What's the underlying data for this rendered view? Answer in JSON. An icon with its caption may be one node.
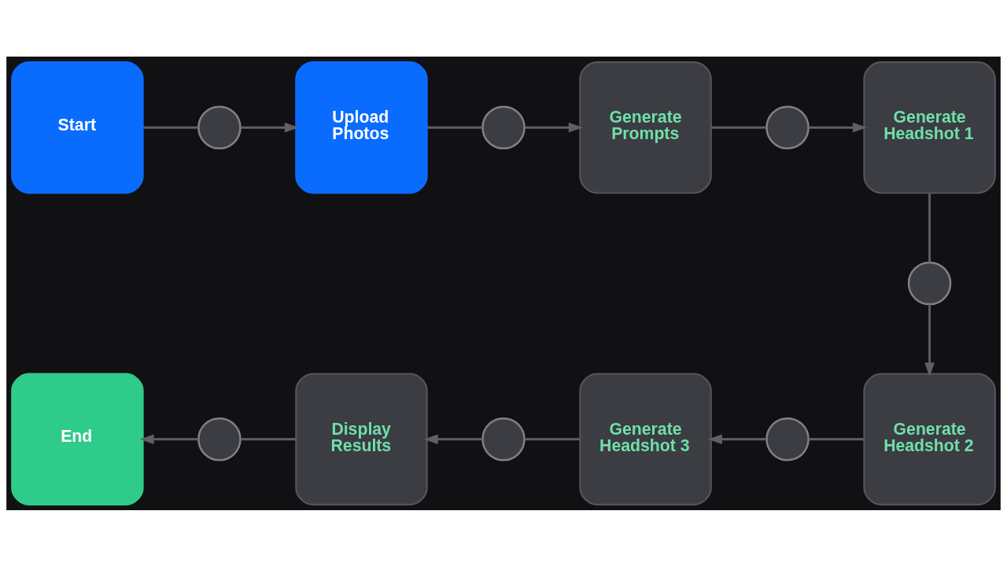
{
  "diagram": {
    "nodes": [
      {
        "text": [
          "Start"
        ]
      },
      {
        "text": [],
        "shape": "circle"
      },
      {
        "text": [
          "Upload Photos"
        ]
      },
      {
        "text": [],
        "shape": "circle"
      },
      {
        "text": [
          "Generate Prompts"
        ]
      },
      {
        "text": [],
        "shape": "circle"
      },
      {
        "text": [
          "Generate Headshot 1"
        ]
      },
      {
        "text": [],
        "shape": "circle"
      },
      {
        "text": [
          "End"
        ]
      },
      {
        "text": [],
        "shape": "circle"
      },
      {
        "text": [
          "Display Results"
        ]
      },
      {
        "text": [],
        "shape": "circle"
      },
      {
        "text": [
          "Generate Headshot 3"
        ]
      },
      {
        "text": [],
        "shape": "circle"
      },
      {
        "text": [
          "Generate Headshot 2"
        ]
      }
    ],
    "edges": [
      {
        "from": 0,
        "to": 1,
        "arrow": "none"
      },
      {
        "from": 1,
        "to": 2,
        "arrow": "to"
      },
      {
        "from": 2,
        "to": 3,
        "arrow": "none"
      },
      {
        "from": 3,
        "to": 4,
        "arrow": "to"
      },
      {
        "from": 4,
        "to": 5,
        "arrow": "none"
      },
      {
        "from": 5,
        "to": 6,
        "arrow": "to"
      },
      {
        "from": 6,
        "to": 7,
        "arrow": "none"
      },
      {
        "from": 7,
        "to": 14,
        "arrow": "to"
      },
      {
        "from": 14,
        "to": 13,
        "arrow": "none"
      },
      {
        "from": 13,
        "to": 12,
        "arrow": "to"
      },
      {
        "from": 12,
        "to": 11,
        "arrow": "none"
      },
      {
        "from": 11,
        "to": 10,
        "arrow": "to"
      },
      {
        "from": 10,
        "to": 9,
        "arrow": "none"
      },
      {
        "from": 9,
        "to": 8,
        "arrow": "to"
      }
    ]
  }
}
